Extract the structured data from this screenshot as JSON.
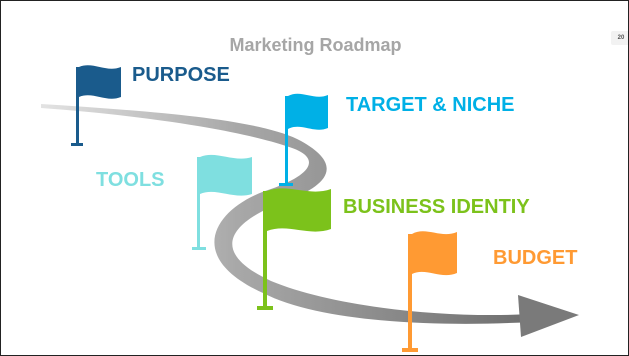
{
  "slide": {
    "title": "Marketing Roadmap",
    "page_number": "20"
  },
  "milestones": [
    {
      "label": "PURPOSE",
      "color": "#1a5b8c"
    },
    {
      "label": "TARGET & NICHE",
      "color": "#00b0e6"
    },
    {
      "label": "TOOLS",
      "color": "#7fdfe0"
    },
    {
      "label": "BUSINESS IDENTIY",
      "color": "#7cc21b"
    },
    {
      "label": "BUDGET",
      "color": "#ff9a33"
    }
  ],
  "road": {
    "color": "#8c8c8c",
    "arrow_direction": "right"
  }
}
